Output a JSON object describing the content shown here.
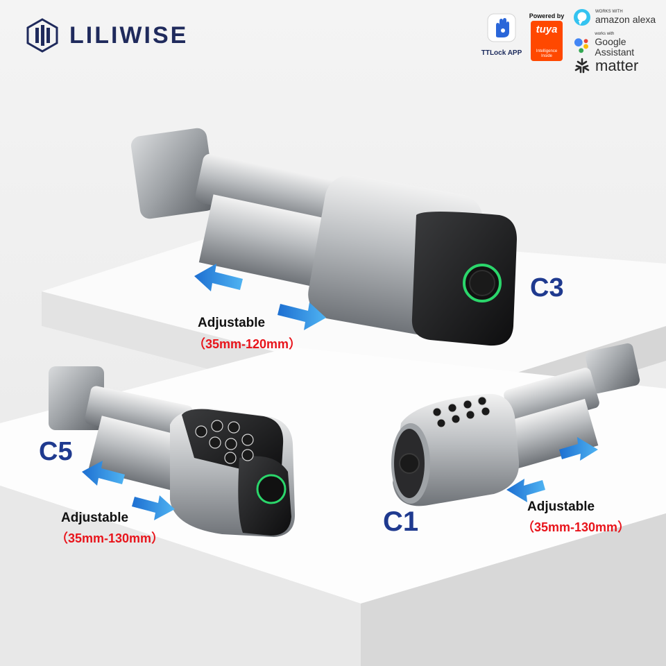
{
  "brand": {
    "name": "LILIWISE"
  },
  "badges": {
    "ttlock": "TTLock APP",
    "tuya_powered": "Powered by",
    "tuya_word": "tuya",
    "tuya_inside": "Intelligence Inside",
    "alexa_top": "WORKS WITH",
    "alexa_name": "amazon alexa",
    "google_top": "works with",
    "google_name": "Google Assistant",
    "matter_name": "matter"
  },
  "products": [
    {
      "model": "C3",
      "adjust_label": "Adjustable",
      "range": "（35mm-120mm）"
    },
    {
      "model": "C5",
      "adjust_label": "Adjustable",
      "range": "（35mm-130mm）"
    },
    {
      "model": "C1",
      "adjust_label": "Adjustable",
      "range": "（35mm-130mm）"
    }
  ],
  "colors": {
    "brand": "#1f2a5c",
    "model": "#1f3a8f",
    "range": "#e8141b",
    "arrow": "#2a8fe0",
    "ring": "#2bd66b"
  }
}
